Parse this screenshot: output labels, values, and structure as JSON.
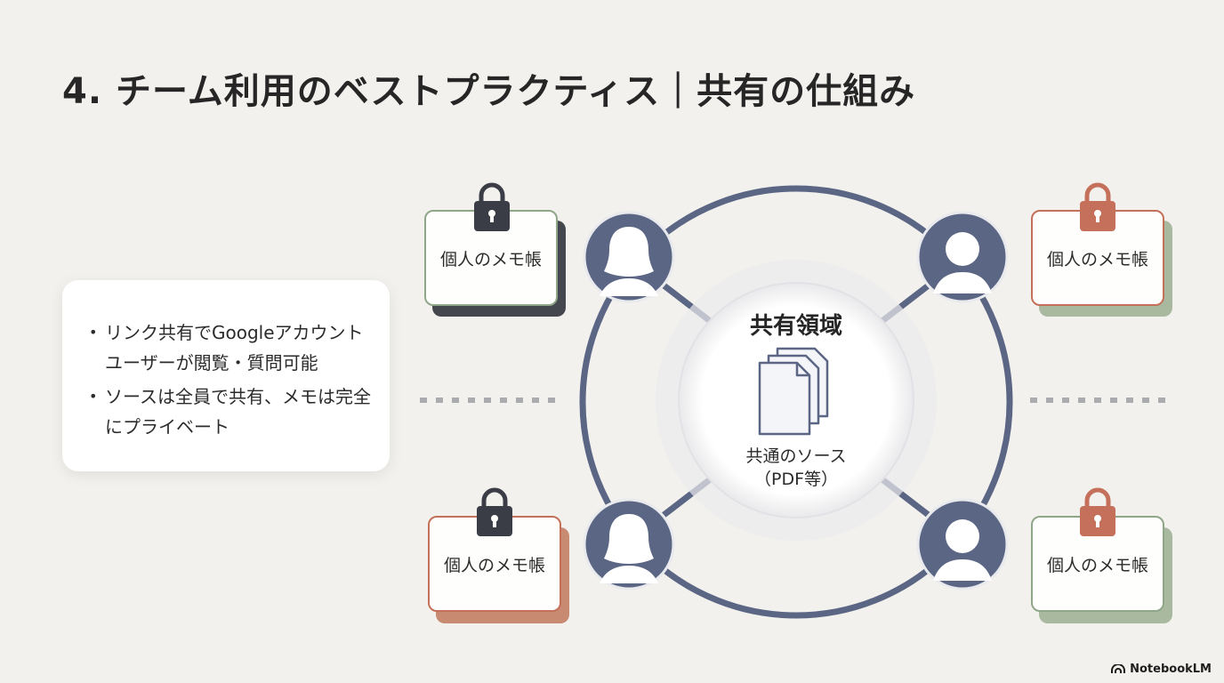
{
  "title": "4. チーム利用のベストプラクティス｜共有の仕組み",
  "info": {
    "bullets": [
      "リンク共有でGoogleアカウントユーザーが閲覧・質問可能",
      "ソースは全員で共有、メモは完全にプライベート"
    ]
  },
  "center": {
    "heading": "共有領域",
    "caption_line1": "共通のソース",
    "caption_line2": "（PDF等）"
  },
  "memos": [
    {
      "label": "個人のメモ帳",
      "lock_color": "#3a3d45"
    },
    {
      "label": "個人のメモ帳",
      "lock_color": "#c4705a"
    },
    {
      "label": "個人のメモ帳",
      "lock_color": "#3a3d45"
    },
    {
      "label": "個人のメモ帳",
      "lock_color": "#c4705a"
    }
  ],
  "colors": {
    "ring": "#5b6684",
    "avatar": "#5b6684",
    "accent_dark": "#3a3d45",
    "accent_terracotta": "#c4705a",
    "accent_sage": "#8fa689"
  },
  "brand": "NotebookLM"
}
